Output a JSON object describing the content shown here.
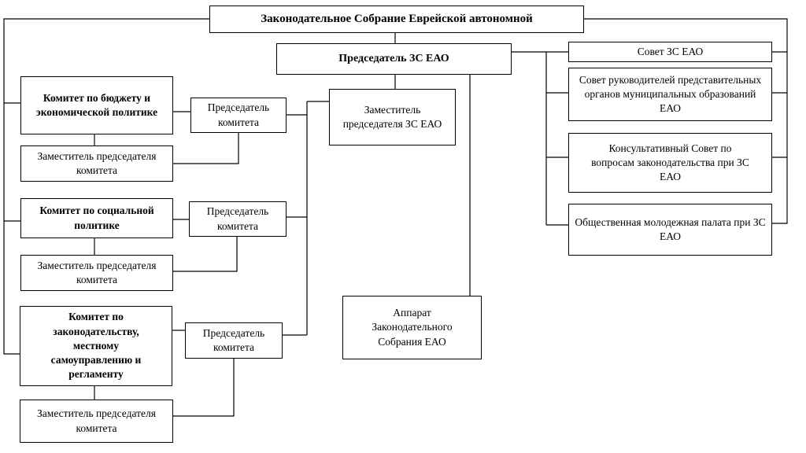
{
  "boxes": {
    "legislature": "Законодательное Собрание Еврейской автономной",
    "chairman": "Председатель ЗС ЕАО",
    "deputy_chairman": "Заместитель председателя ЗС ЕАО",
    "apparatus": "Аппарат Законодательного Собрания ЕАО",
    "council_zs": "Совет ЗС ЕАО",
    "council_heads": "Совет руководителей представительных органов муниципальных образований ЕАО",
    "consultative_council": "Консультативный Совет по вопросам законодательства при ЗС ЕАО",
    "youth_chamber": "Общественная молодежная палата при ЗС ЕАО",
    "committee_budget": "Комитет по бюджету и экономической политике",
    "committee_budget_chair": "Председатель комитета",
    "committee_budget_deputy": "Заместитель председателя комитета",
    "committee_social": "Комитет по социальной политике",
    "committee_social_chair": "Председатель комитета",
    "committee_social_deputy": "Заместитель председателя комитета",
    "committee_law": "Комитет по законодательству, местному самоуправлению и регламенту",
    "committee_law_chair": "Председатель комитета",
    "committee_law_deputy": "Заместитель председателя комитета"
  },
  "colors": {
    "line": "#000000",
    "border": "#000000",
    "background": "#ffffff"
  }
}
